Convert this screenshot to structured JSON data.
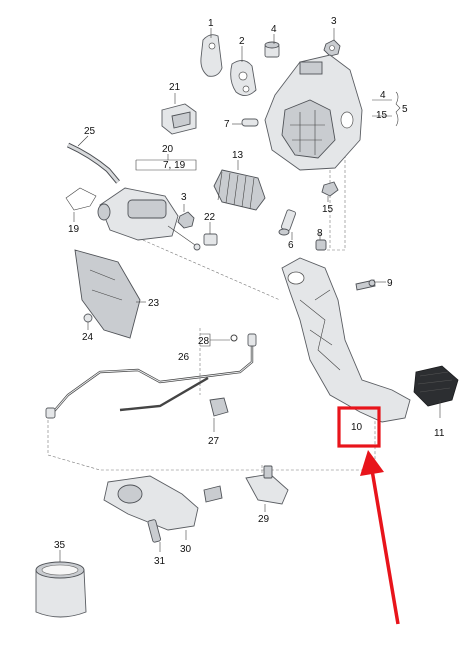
{
  "callouts": {
    "c1": "1",
    "c2": "2",
    "c3a": "3",
    "c3b": "3",
    "c4a": "4",
    "c4b": "4",
    "c5": "5",
    "c6": "6",
    "c7": "7",
    "c8": "8",
    "c9": "9",
    "c10": "10",
    "c11": "11",
    "c13": "13",
    "c15a": "15",
    "c15b": "15",
    "c19": "19",
    "c20": "20",
    "c719": "7, 19",
    "c21": "21",
    "c22": "22",
    "c23": "23",
    "c24": "24",
    "c25": "25",
    "c26": "26",
    "c27": "27",
    "c28": "28",
    "c29": "29",
    "c30": "30",
    "c31": "31",
    "c35": "35"
  },
  "highlight": {
    "color": "#e8141b",
    "target": "10"
  }
}
